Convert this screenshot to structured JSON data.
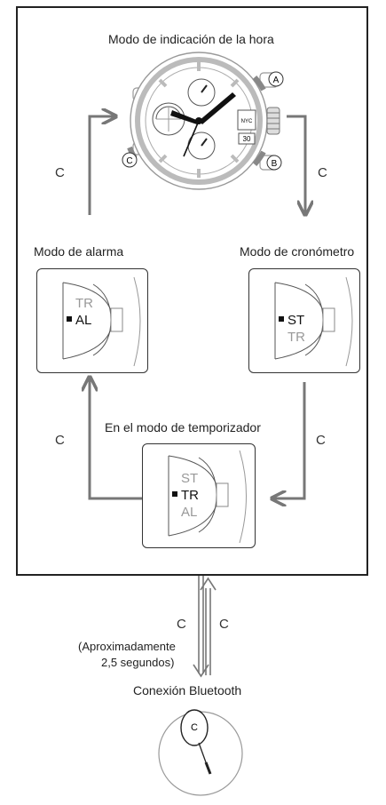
{
  "titles": {
    "timekeeping": "Modo de indicación de la hora",
    "alarm": "Modo de alarma",
    "stopwatch": "Modo de cronómetro",
    "timer": "En el modo de temporizador",
    "bluetooth": "Conexión Bluetooth"
  },
  "buttons": {
    "a": "A",
    "b": "B",
    "c": "C"
  },
  "arrow_label": "C",
  "approx": {
    "line1": "(Aproximadamente",
    "line2": "2,5 segundos)"
  },
  "indicators": {
    "alarm": {
      "top": "TR",
      "active": "AL"
    },
    "stopwatch": {
      "active": "ST",
      "bottom": "TR"
    },
    "timer": {
      "top": "ST",
      "active": "TR",
      "bottom": "AL"
    }
  },
  "watch_face": {
    "city": "NYC",
    "date": "30"
  },
  "colors": {
    "line": "#333333",
    "arrow": "#777777",
    "dim": "#999999",
    "bezel": "#bdbdbd"
  }
}
